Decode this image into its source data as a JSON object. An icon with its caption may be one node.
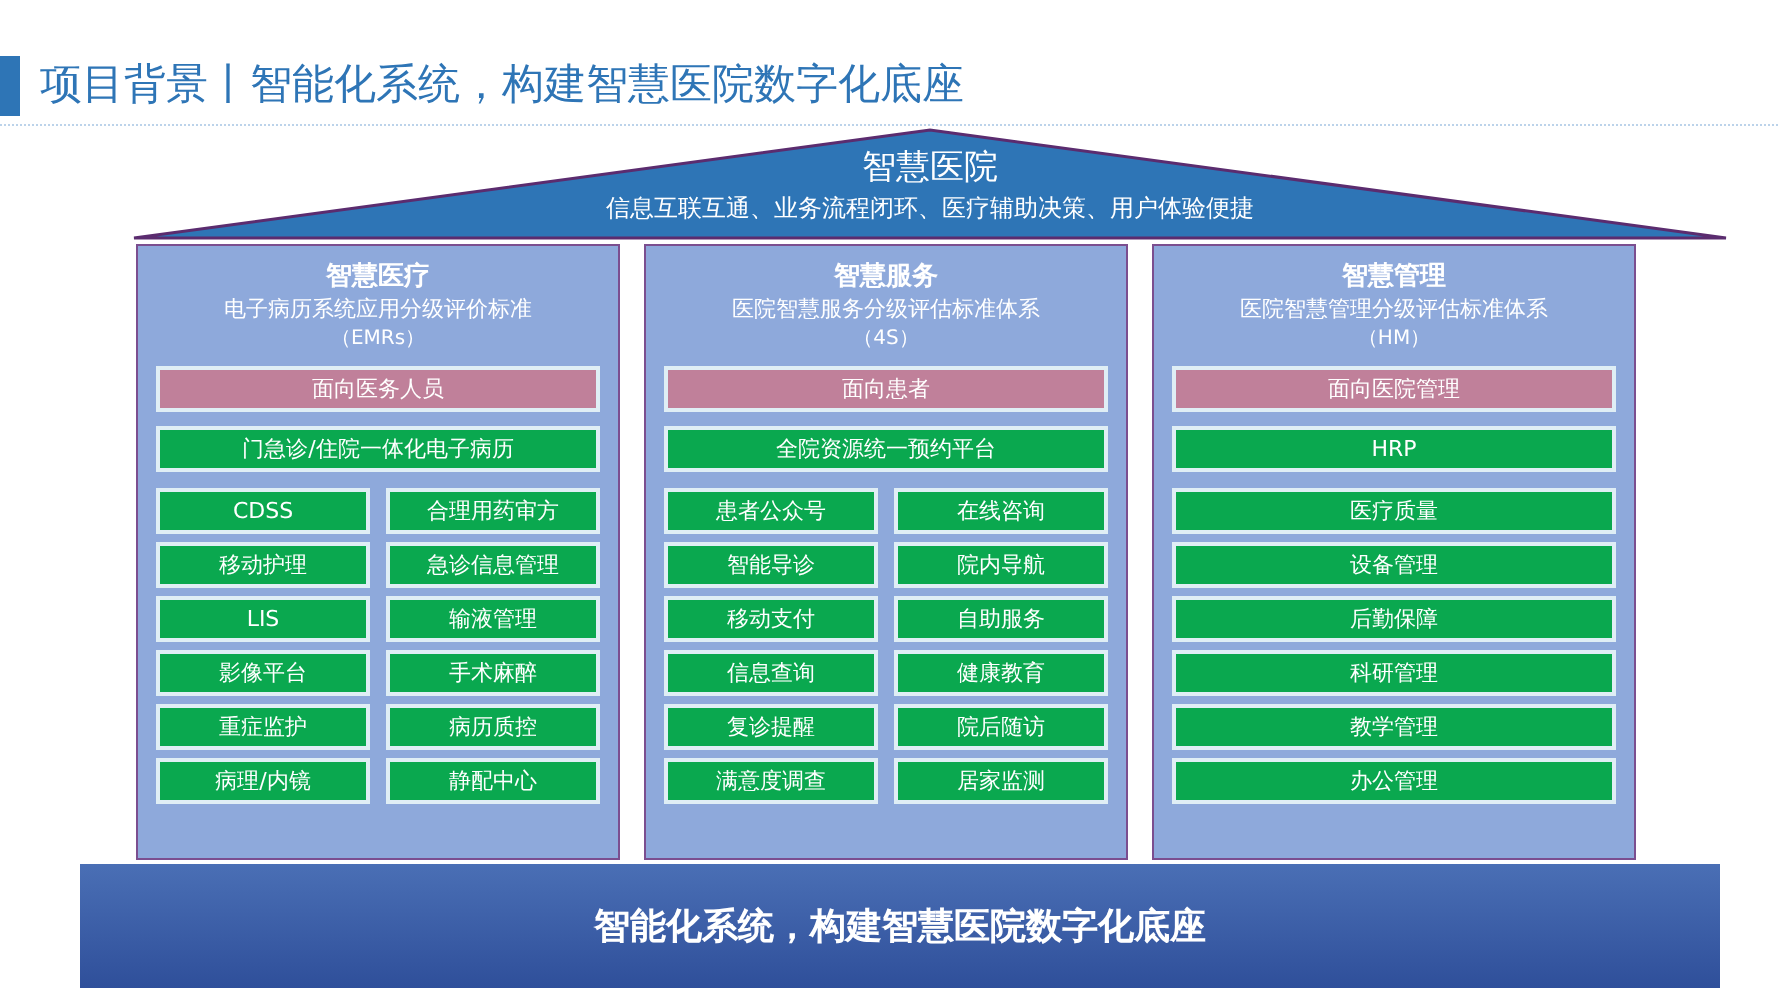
{
  "diagram": {
    "title": "项目背景丨智能化系统，构建智慧医院数字化底座",
    "nodes": [
      {
        "text": [
          "智慧医院",
          "信息互联互通、业务流程闭环、医疗辅助决策、用户体验便捷"
        ]
      },
      {
        "text": [
          "智慧医疗",
          "电子病历系统应用分级评价标准",
          "（EMRs）"
        ]
      },
      {
        "text": [
          "面向医务人员"
        ],
        "in": 1
      },
      {
        "text": [
          "门急诊/住院一体化电子病历"
        ],
        "in": 1
      },
      {
        "text": [
          "CDSS"
        ],
        "in": 1
      },
      {
        "text": [
          "合理用药审方"
        ],
        "in": 1
      },
      {
        "text": [
          "移动护理"
        ],
        "in": 1
      },
      {
        "text": [
          "急诊信息管理"
        ],
        "in": 1
      },
      {
        "text": [
          "LIS"
        ],
        "in": 1
      },
      {
        "text": [
          "输液管理"
        ],
        "in": 1
      },
      {
        "text": [
          "影像平台"
        ],
        "in": 1
      },
      {
        "text": [
          "手术麻醉"
        ],
        "in": 1
      },
      {
        "text": [
          "重症监护"
        ],
        "in": 1
      },
      {
        "text": [
          "病历质控"
        ],
        "in": 1
      },
      {
        "text": [
          "病理/内镜"
        ],
        "in": 1
      },
      {
        "text": [
          "静配中心"
        ],
        "in": 1
      },
      {
        "text": [
          "智慧服务",
          "医院智慧服务分级评估标准体系",
          "（4S）"
        ]
      },
      {
        "text": [
          "面向患者"
        ],
        "in": 16
      },
      {
        "text": [
          "全院资源统一预约平台"
        ],
        "in": 16
      },
      {
        "text": [
          "患者公众号"
        ],
        "in": 16
      },
      {
        "text": [
          "在线咨询"
        ],
        "in": 16
      },
      {
        "text": [
          "智能导诊"
        ],
        "in": 16
      },
      {
        "text": [
          "院内导航"
        ],
        "in": 16
      },
      {
        "text": [
          "移动支付"
        ],
        "in": 16
      },
      {
        "text": [
          "自助服务"
        ],
        "in": 16
      },
      {
        "text": [
          "信息查询"
        ],
        "in": 16
      },
      {
        "text": [
          "健康教育"
        ],
        "in": 16
      },
      {
        "text": [
          "复诊提醒"
        ],
        "in": 16
      },
      {
        "text": [
          "院后随访"
        ],
        "in": 16
      },
      {
        "text": [
          "满意度调查"
        ],
        "in": 16
      },
      {
        "text": [
          "居家监测"
        ],
        "in": 16
      },
      {
        "text": [
          "智慧管理",
          "医院智慧管理分级评估标准体系",
          "（HM）"
        ]
      },
      {
        "text": [
          "面向医院管理"
        ],
        "in": 31
      },
      {
        "text": [
          "HRP"
        ],
        "in": 31
      },
      {
        "text": [
          "医疗质量"
        ],
        "in": 31
      },
      {
        "text": [
          "设备管理"
        ],
        "in": 31
      },
      {
        "text": [
          "后勤保障"
        ],
        "in": 31
      },
      {
        "text": [
          "科研管理"
        ],
        "in": 31
      },
      {
        "text": [
          "教学管理"
        ],
        "in": 31
      },
      {
        "text": [
          "办公管理"
        ],
        "in": 31
      },
      {
        "text": [
          "智能化系统，构建智慧医院数字化底座"
        ]
      }
    ]
  }
}
